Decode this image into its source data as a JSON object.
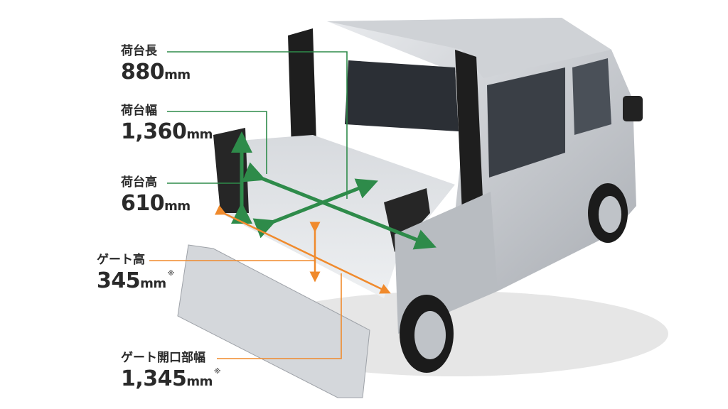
{
  "dimensions": [
    {
      "name": "荷台長",
      "value": "880",
      "unit": "mm",
      "note": "",
      "color": "#2e8b4a"
    },
    {
      "name": "荷台幅",
      "value": "1,360",
      "unit": "mm",
      "note": "",
      "color": "#2e8b4a"
    },
    {
      "name": "荷台高",
      "value": "610",
      "unit": "mm",
      "note": "",
      "color": "#2e8b4a"
    },
    {
      "name": "ゲート高",
      "value": "345",
      "unit": "mm",
      "note": "※",
      "color": "#f08a2c"
    },
    {
      "name": "ゲート開口部幅",
      "value": "1,345",
      "unit": "mm",
      "note": "※",
      "color": "#f08a2c"
    }
  ]
}
